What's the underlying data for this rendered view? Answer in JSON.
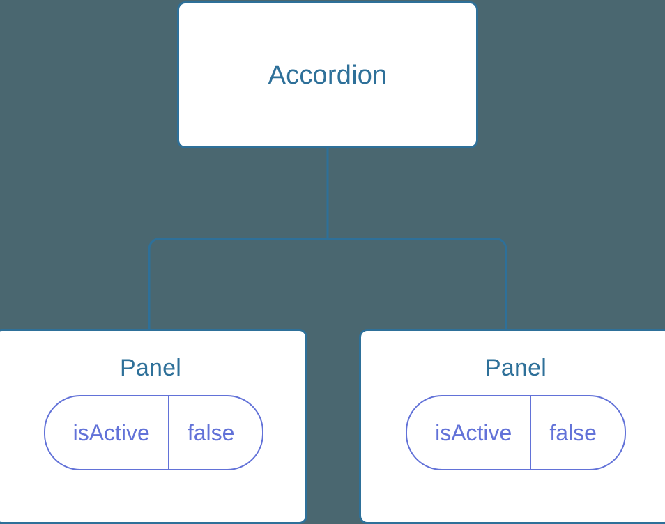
{
  "diagram": {
    "type": "component-tree",
    "background_color": "#4a6770",
    "node_border_color": "#2e7099",
    "node_text_color": "#2e7099",
    "node_fill_color": "#ffffff",
    "pill_color": "#6272d8",
    "connector_color": "#2e7099",
    "root": {
      "label": "Accordion"
    },
    "children": [
      {
        "label": "Panel",
        "state": {
          "key": "isActive",
          "value": "false"
        }
      },
      {
        "label": "Panel",
        "state": {
          "key": "isActive",
          "value": "false"
        }
      }
    ]
  }
}
